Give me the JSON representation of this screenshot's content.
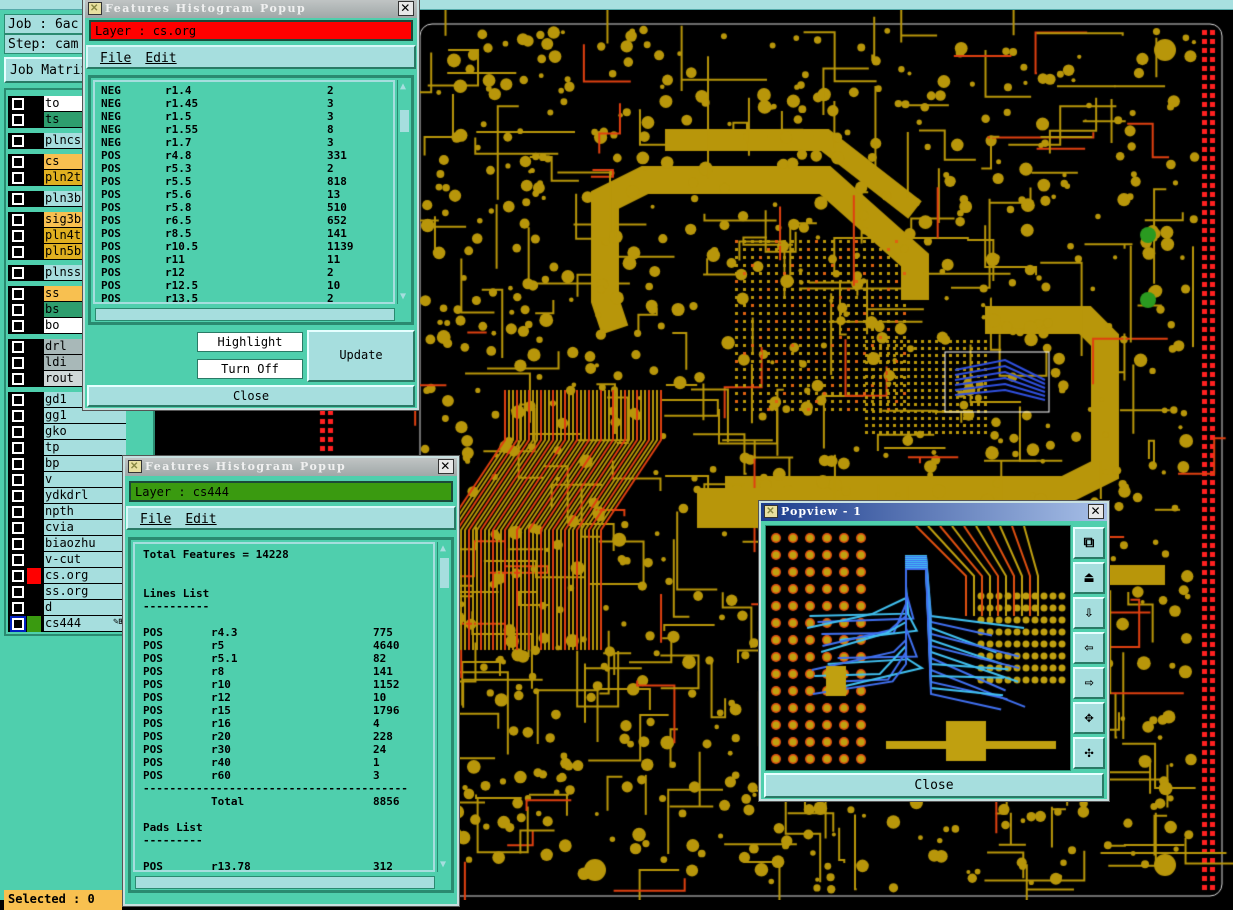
{
  "left_panel": {
    "job_label": "Job : 6ac",
    "step_label": "Step: cam",
    "job_matrix_button": "Job Matrix",
    "selected_text": "Selected : 0",
    "layers": [
      {
        "name": "to",
        "color": "#ffffff",
        "group": 1
      },
      {
        "name": "ts",
        "color": "#2e9e6e",
        "group": 1
      },
      {
        "name": "plncs",
        "color": "#a6dede",
        "group": 2
      },
      {
        "name": "cs",
        "color": "#f8c050",
        "group": 3
      },
      {
        "name": "pln2t",
        "color": "#e0b020",
        "group": 3
      },
      {
        "name": "pln3b",
        "color": "#a6dede",
        "group": 4
      },
      {
        "name": "sig3b",
        "color": "#f8c050",
        "group": 5
      },
      {
        "name": "pln4t",
        "color": "#e0b020",
        "group": 5
      },
      {
        "name": "pln5b",
        "color": "#e0b020",
        "group": 5
      },
      {
        "name": "plnss",
        "color": "#a6dede",
        "group": 6
      },
      {
        "name": "ss",
        "color": "#f8c050",
        "group": 7
      },
      {
        "name": "bs",
        "color": "#2e9e6e",
        "group": 7
      },
      {
        "name": "bo",
        "color": "#ffffff",
        "group": 7
      },
      {
        "name": "drl",
        "color": "#a8b8b8",
        "group": 8
      },
      {
        "name": "ldi",
        "color": "#a8b8b8",
        "group": 8
      },
      {
        "name": "rout",
        "color": "#d0d8d8",
        "group": 8
      },
      {
        "name": "gd1",
        "color": "#a6dede",
        "group": 9
      },
      {
        "name": "gg1",
        "color": "#a6dede",
        "group": 9
      },
      {
        "name": "gko",
        "color": "#a6dede",
        "group": 9
      },
      {
        "name": "tp",
        "color": "#a6dede",
        "group": 9
      },
      {
        "name": "bp",
        "color": "#a6dede",
        "group": 9
      },
      {
        "name": "v",
        "color": "#a6dede",
        "group": 9
      },
      {
        "name": "ydkdrl",
        "color": "#a6dede",
        "group": 9
      },
      {
        "name": "npth",
        "color": "#a6dede",
        "group": 9
      },
      {
        "name": "cvia",
        "color": "#a6dede",
        "group": 9
      },
      {
        "name": "biaozhu",
        "color": "#a6dede",
        "group": 9
      },
      {
        "name": "v-cut",
        "color": "#a6dede",
        "group": 9
      },
      {
        "name": "cs.org",
        "color": "#a6dede",
        "group": 9,
        "swatch": "#ff0000"
      },
      {
        "name": "ss.org",
        "color": "#a6dede",
        "group": 9
      },
      {
        "name": "d",
        "color": "#a6dede",
        "group": 9
      },
      {
        "name": "cs444",
        "color": "#a6dede",
        "group": 9,
        "swatch": "#3a9a10",
        "active": true
      }
    ]
  },
  "popup1": {
    "title": "Features Histogram Popup",
    "layer_label": "Layer :  cs.org",
    "layer_color": "#ff0000",
    "menu": [
      "File",
      "Edit"
    ],
    "rows": [
      [
        "NEG",
        "r1.4",
        "2"
      ],
      [
        "NEG",
        "r1.45",
        "3"
      ],
      [
        "NEG",
        "r1.5",
        "3"
      ],
      [
        "NEG",
        "r1.55",
        "8"
      ],
      [
        "NEG",
        "r1.7",
        "3"
      ],
      [
        "POS",
        "r4.8",
        "331"
      ],
      [
        "POS",
        "r5.3",
        "2"
      ],
      [
        "POS",
        "r5.5",
        "818"
      ],
      [
        "POS",
        "r5.6",
        "13"
      ],
      [
        "POS",
        "r5.8",
        "510"
      ],
      [
        "POS",
        "r6.5",
        "652"
      ],
      [
        "POS",
        "r8.5",
        "141"
      ],
      [
        "POS",
        "r10.5",
        "1139"
      ],
      [
        "POS",
        "r11",
        "11"
      ],
      [
        "POS",
        "r12",
        "2"
      ],
      [
        "POS",
        "r12.5",
        "10"
      ],
      [
        "POS",
        "r13.5",
        "2"
      ]
    ],
    "highlight_button": "Highlight",
    "turn_off_button": "Turn Off",
    "update_button": "Update",
    "close_button": "Close"
  },
  "popup2": {
    "title": "Features Histogram Popup",
    "layer_label": "Layer :  cs444",
    "layer_color": "#3a9a10",
    "menu": [
      "File",
      "Edit"
    ],
    "total_features": "Total Features = 14228",
    "lines_heading": "Lines List",
    "lines_underline": "----------",
    "lines": [
      [
        "POS",
        "r4.3",
        "775"
      ],
      [
        "POS",
        "r5",
        "4640"
      ],
      [
        "POS",
        "r5.1",
        "82"
      ],
      [
        "POS",
        "r8",
        "141"
      ],
      [
        "POS",
        "r10",
        "1152"
      ],
      [
        "POS",
        "r12",
        "10"
      ],
      [
        "POS",
        "r15",
        "1796"
      ],
      [
        "POS",
        "r16",
        "4"
      ],
      [
        "POS",
        "r20",
        "228"
      ],
      [
        "POS",
        "r30",
        "24"
      ],
      [
        "POS",
        "r40",
        "1"
      ],
      [
        "POS",
        "r60",
        "3"
      ]
    ],
    "separator": "----------------------------------------",
    "total_label": "Total",
    "total_value": "8856",
    "pads_heading": "Pads List",
    "pads_underline": "---------",
    "pads": [
      [
        "POS",
        "r13.78",
        "312"
      ]
    ]
  },
  "popview": {
    "title": "Popview - 1",
    "close_button": "Close",
    "tools": [
      "zoom-window-icon",
      "pan-up-icon",
      "pan-down-icon",
      "pan-left-icon",
      "pan-right-icon",
      "zoom-in-icon",
      "zoom-out-icon"
    ]
  }
}
